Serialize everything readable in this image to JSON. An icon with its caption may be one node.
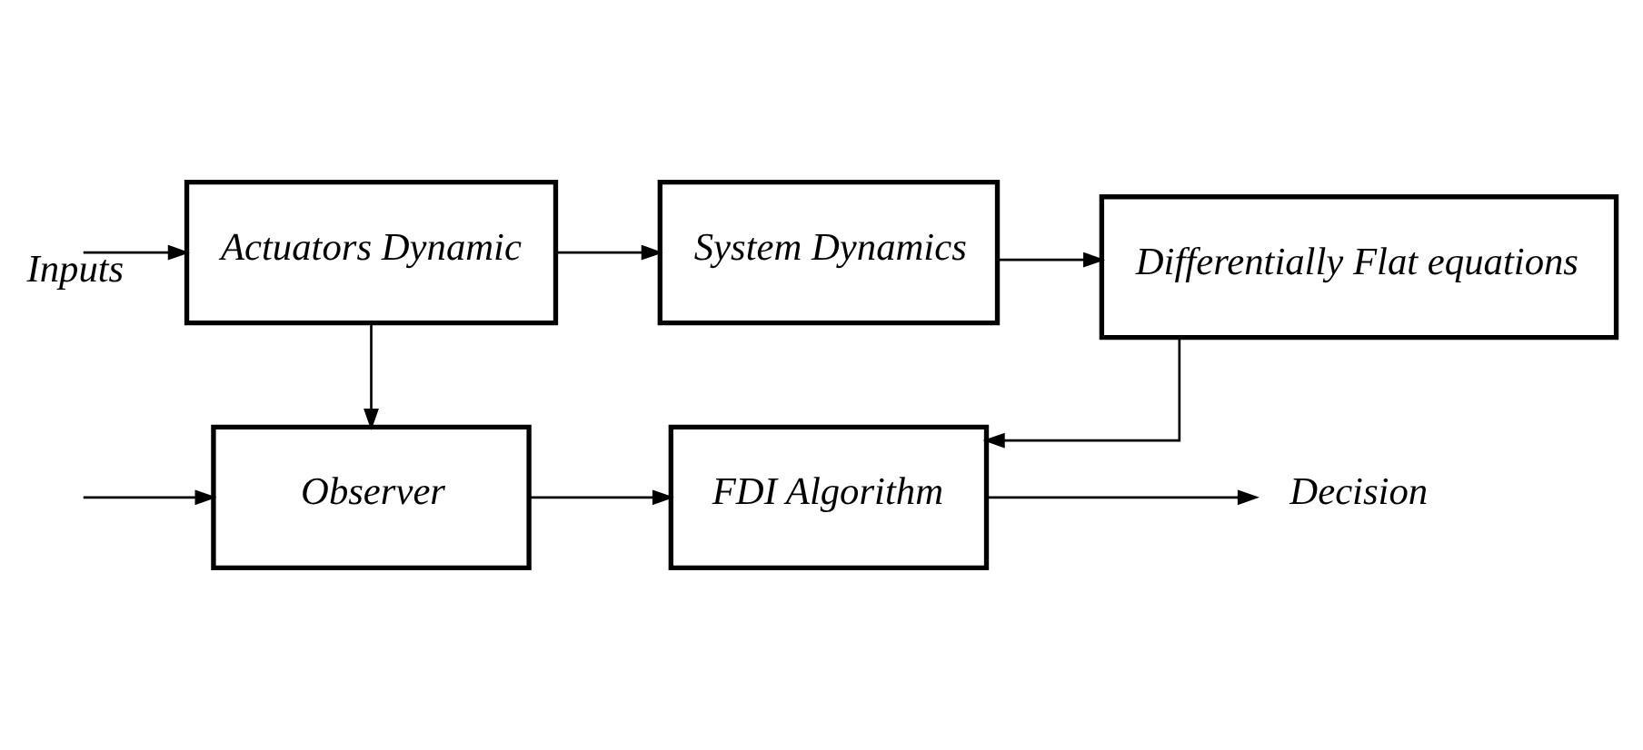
{
  "diagram": {
    "nodes": [
      {
        "text": [
          "Actuators Dynamic"
        ]
      },
      {
        "text": [
          "System Dynamics"
        ]
      },
      {
        "text": [
          "Differentially Flat equations"
        ]
      },
      {
        "text": [
          "Observer"
        ]
      },
      {
        "text": [
          "FDI Algorithm"
        ]
      },
      {
        "text": [
          "Decision"
        ]
      }
    ],
    "edges": [
      {
        "from": null,
        "to": 0,
        "arrow": "to",
        "label": "Inputs"
      },
      {
        "from": null,
        "to": 3,
        "arrow": "to"
      },
      {
        "from": 0,
        "to": 1,
        "arrow": "to"
      },
      {
        "from": 0,
        "to": 3,
        "arrow": "to"
      },
      {
        "from": 1,
        "to": 2,
        "arrow": "to"
      },
      {
        "from": 2,
        "to": 4,
        "arrow": "to"
      },
      {
        "from": 3,
        "to": 4,
        "arrow": "to"
      },
      {
        "from": 4,
        "to": 5,
        "arrow": "to"
      }
    ]
  }
}
